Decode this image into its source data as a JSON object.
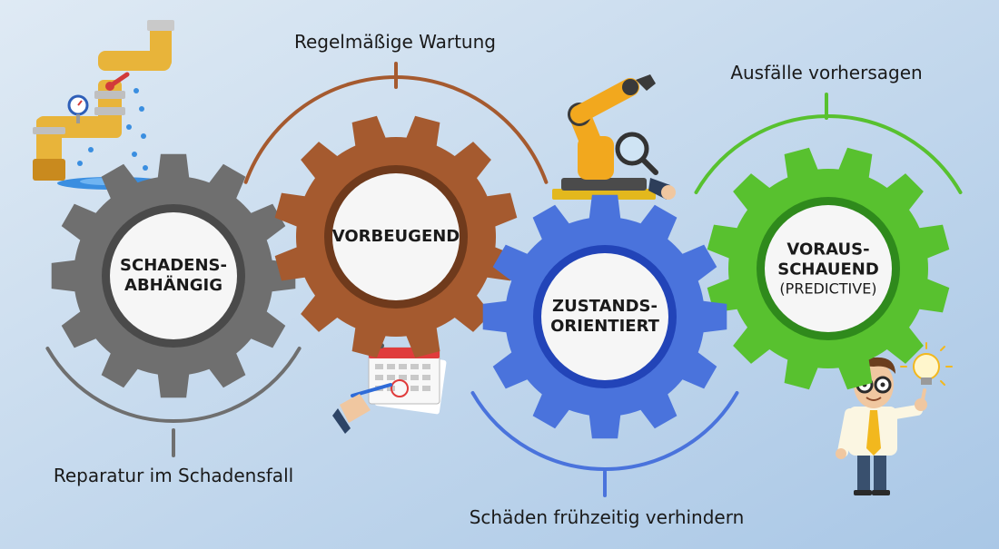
{
  "colors": {
    "background_top": "#dfeaf4",
    "background_bottom": "#a9c7e6",
    "gear_reactive": "#6f6f6f",
    "gear_preventive": "#a55a2f",
    "gear_condition": "#4a73dc",
    "gear_predictive": "#58c12f",
    "ring_reactive": "#4a4a4a",
    "ring_preventive": "#6f3a1c",
    "ring_condition": "#2244b8",
    "ring_predictive": "#2f8a1c",
    "hub": "#f6f6f6"
  },
  "stages": [
    {
      "id": "reactive",
      "title_lines": [
        "SCHADENS-",
        "ABHÄNGIG"
      ],
      "subtitle": "",
      "caption": "Reparatur im Schadensfall",
      "icon": "leaking-pipe-icon"
    },
    {
      "id": "preventive",
      "title_lines": [
        "VORBEUGEND"
      ],
      "subtitle": "",
      "caption": "Regelmäßige Wartung",
      "icon": "calendar-icon"
    },
    {
      "id": "condition",
      "title_lines": [
        "ZUSTANDS-",
        "ORIENTIERT"
      ],
      "subtitle": "",
      "caption": "Schäden frühzeitig verhindern",
      "icon": "robot-arm-icon"
    },
    {
      "id": "predictive",
      "title_lines": [
        "VORAUS-",
        "SCHAUEND"
      ],
      "subtitle": "(PREDICTIVE)",
      "caption": "Ausfälle vorhersagen",
      "icon": "person-lightbulb-icon"
    }
  ]
}
